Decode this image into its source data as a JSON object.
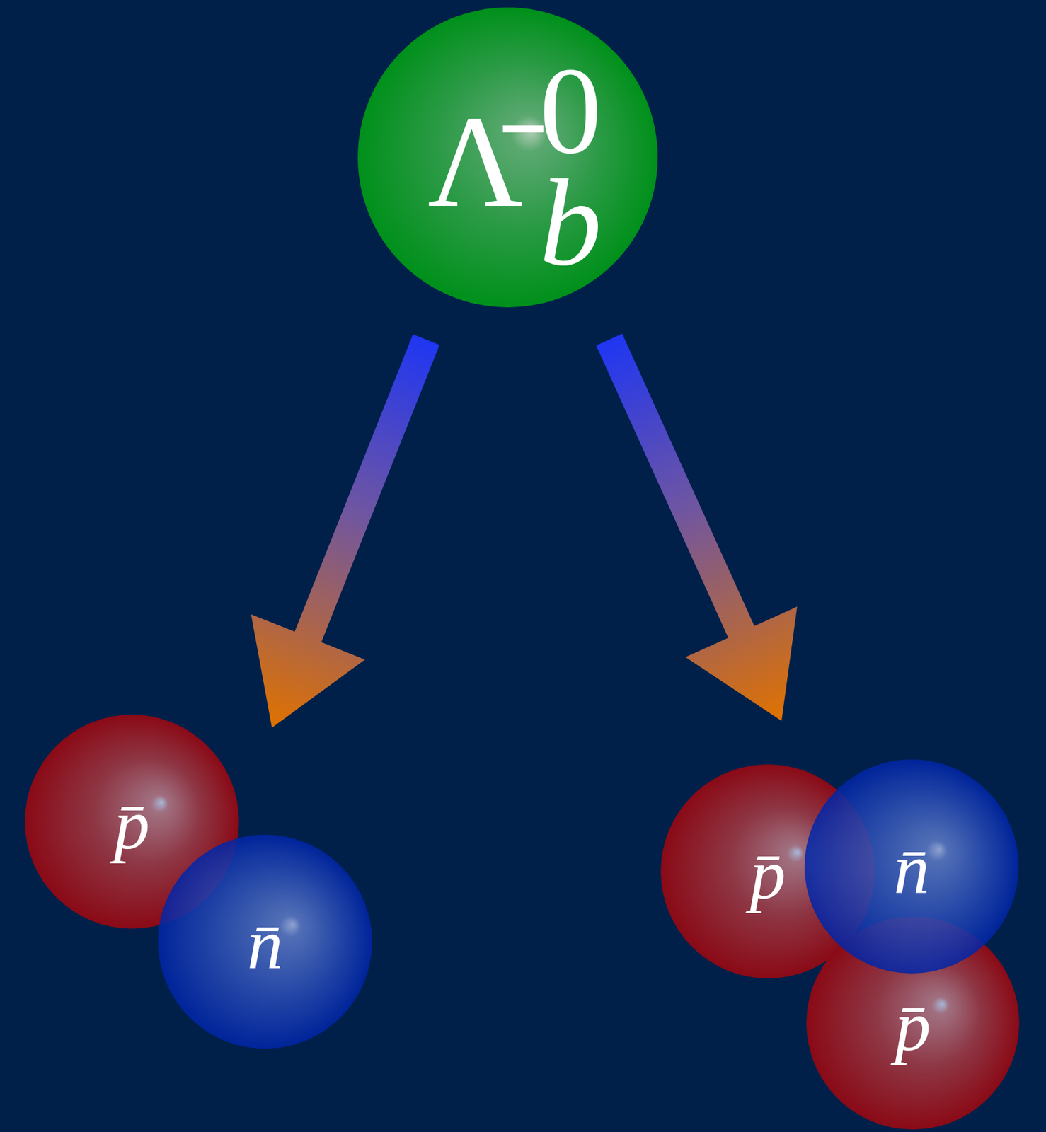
{
  "diagram": {
    "nodes": [
      {
        "text": [
          "Λ̄",
          "0",
          "b"
        ]
      },
      {
        "text": [
          "p̄"
        ]
      },
      {
        "text": [
          "n̄"
        ]
      },
      {
        "text": [
          "p̄"
        ]
      },
      {
        "text": [
          "n̄"
        ]
      },
      {
        "text": [
          "p̄"
        ]
      }
    ],
    "edges": [
      {
        "from": 0,
        "to": 1,
        "arrow": "to"
      },
      {
        "from": 0,
        "to": 3,
        "arrow": "to"
      }
    ]
  }
}
